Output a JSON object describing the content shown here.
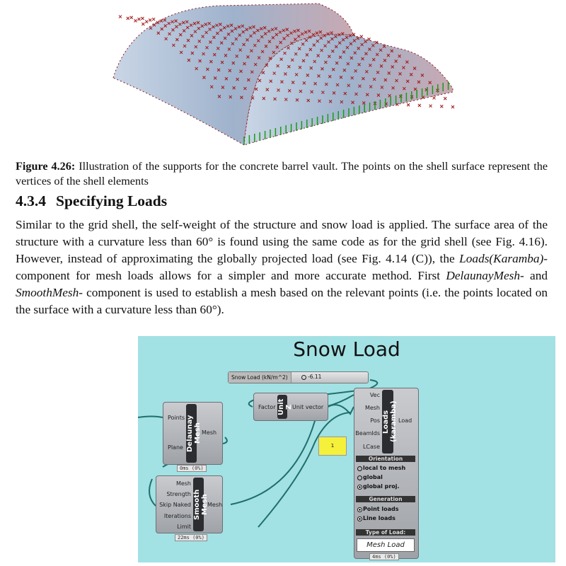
{
  "figure": {
    "label": "Figure 4.26:",
    "caption": "Illustration of the supports for the concrete barrel vault. The points on the shell surface represent the vertices of the shell elements"
  },
  "section": {
    "number": "4.3.4",
    "title": "Specifying Loads"
  },
  "paragraph": {
    "p1": "Similar to the grid shell, the self-weight of the structure and snow load is applied. The surface area of the structure with a curvature less than 60° is found using the same code as for the grid shell (see Fig. 4.16). However, instead of approximating the globally projected load (see Fig. 4.14 (C)), the ",
    "m1": "Loads(Karamba)",
    "p2": "-component for mesh loads allows for a simpler and more accurate method. First ",
    "m2": "DelaunayMesh",
    "p3": "- and ",
    "m3": "SmoothMesh",
    "p4": "- component is used to establish a mesh based on the relevant points (i.e. the points located on the surface with a curvature less than 60°)."
  },
  "diagram": {
    "title": "Snow Load",
    "slider": {
      "label": "Snow Load (kN/m^2)",
      "value": "-6.11"
    },
    "unit_z": {
      "name": "Unit Z",
      "input": "Factor",
      "output": "Unit vector"
    },
    "delaunay": {
      "name": "Delaunay Mesh",
      "inputs": [
        "Points",
        "Plane"
      ],
      "output": "Mesh",
      "timer": "0ms (0%)"
    },
    "smooth": {
      "name": "Smooth Mesh",
      "inputs": [
        "Mesh",
        "Strength",
        "Skip Naked",
        "Iterations",
        "Limit"
      ],
      "output": "Mesh",
      "timer": "22ms (0%)"
    },
    "panel": {
      "value": "1"
    },
    "loads": {
      "name": "Loads (karamba)",
      "inputs": [
        "Vec",
        "Mesh",
        "Pos",
        "BeamIds",
        "LCase"
      ],
      "output": "Load",
      "orientation_label": "Orientation",
      "orientation": [
        "local to mesh",
        "global",
        "global proj."
      ],
      "generation_label": "Generation",
      "generation": [
        "Point loads",
        "Line loads"
      ],
      "type_label": "Type of Load:",
      "type_value": "Mesh Load",
      "timer": "4ms (0%)"
    }
  }
}
